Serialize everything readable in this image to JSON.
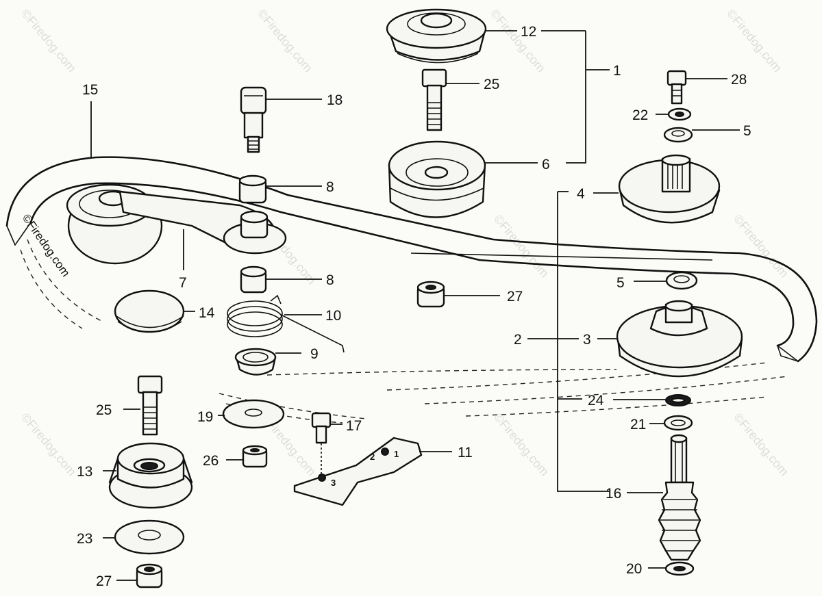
{
  "watermark": "©Firedog.com",
  "labels": {
    "l1": "1",
    "l2": "2",
    "l3": "3",
    "l4": "4",
    "l5a": "5",
    "l5b": "5",
    "l6": "6",
    "l7": "7",
    "l8a": "8",
    "l8b": "8",
    "l9": "9",
    "l10": "10",
    "l11": "11",
    "l12": "12",
    "l13": "13",
    "l14": "14",
    "l15": "15",
    "l16": "16",
    "l17": "17",
    "l18": "18",
    "l19": "19",
    "l20": "20",
    "l21": "21",
    "l22": "22",
    "l23": "23",
    "l24": "24",
    "l25a": "25",
    "l25b": "25",
    "l26": "26",
    "l27a": "27",
    "l27b": "27",
    "l28": "28"
  },
  "blade_marks": {
    "m1": "1",
    "m2": "2",
    "m3": "3"
  }
}
